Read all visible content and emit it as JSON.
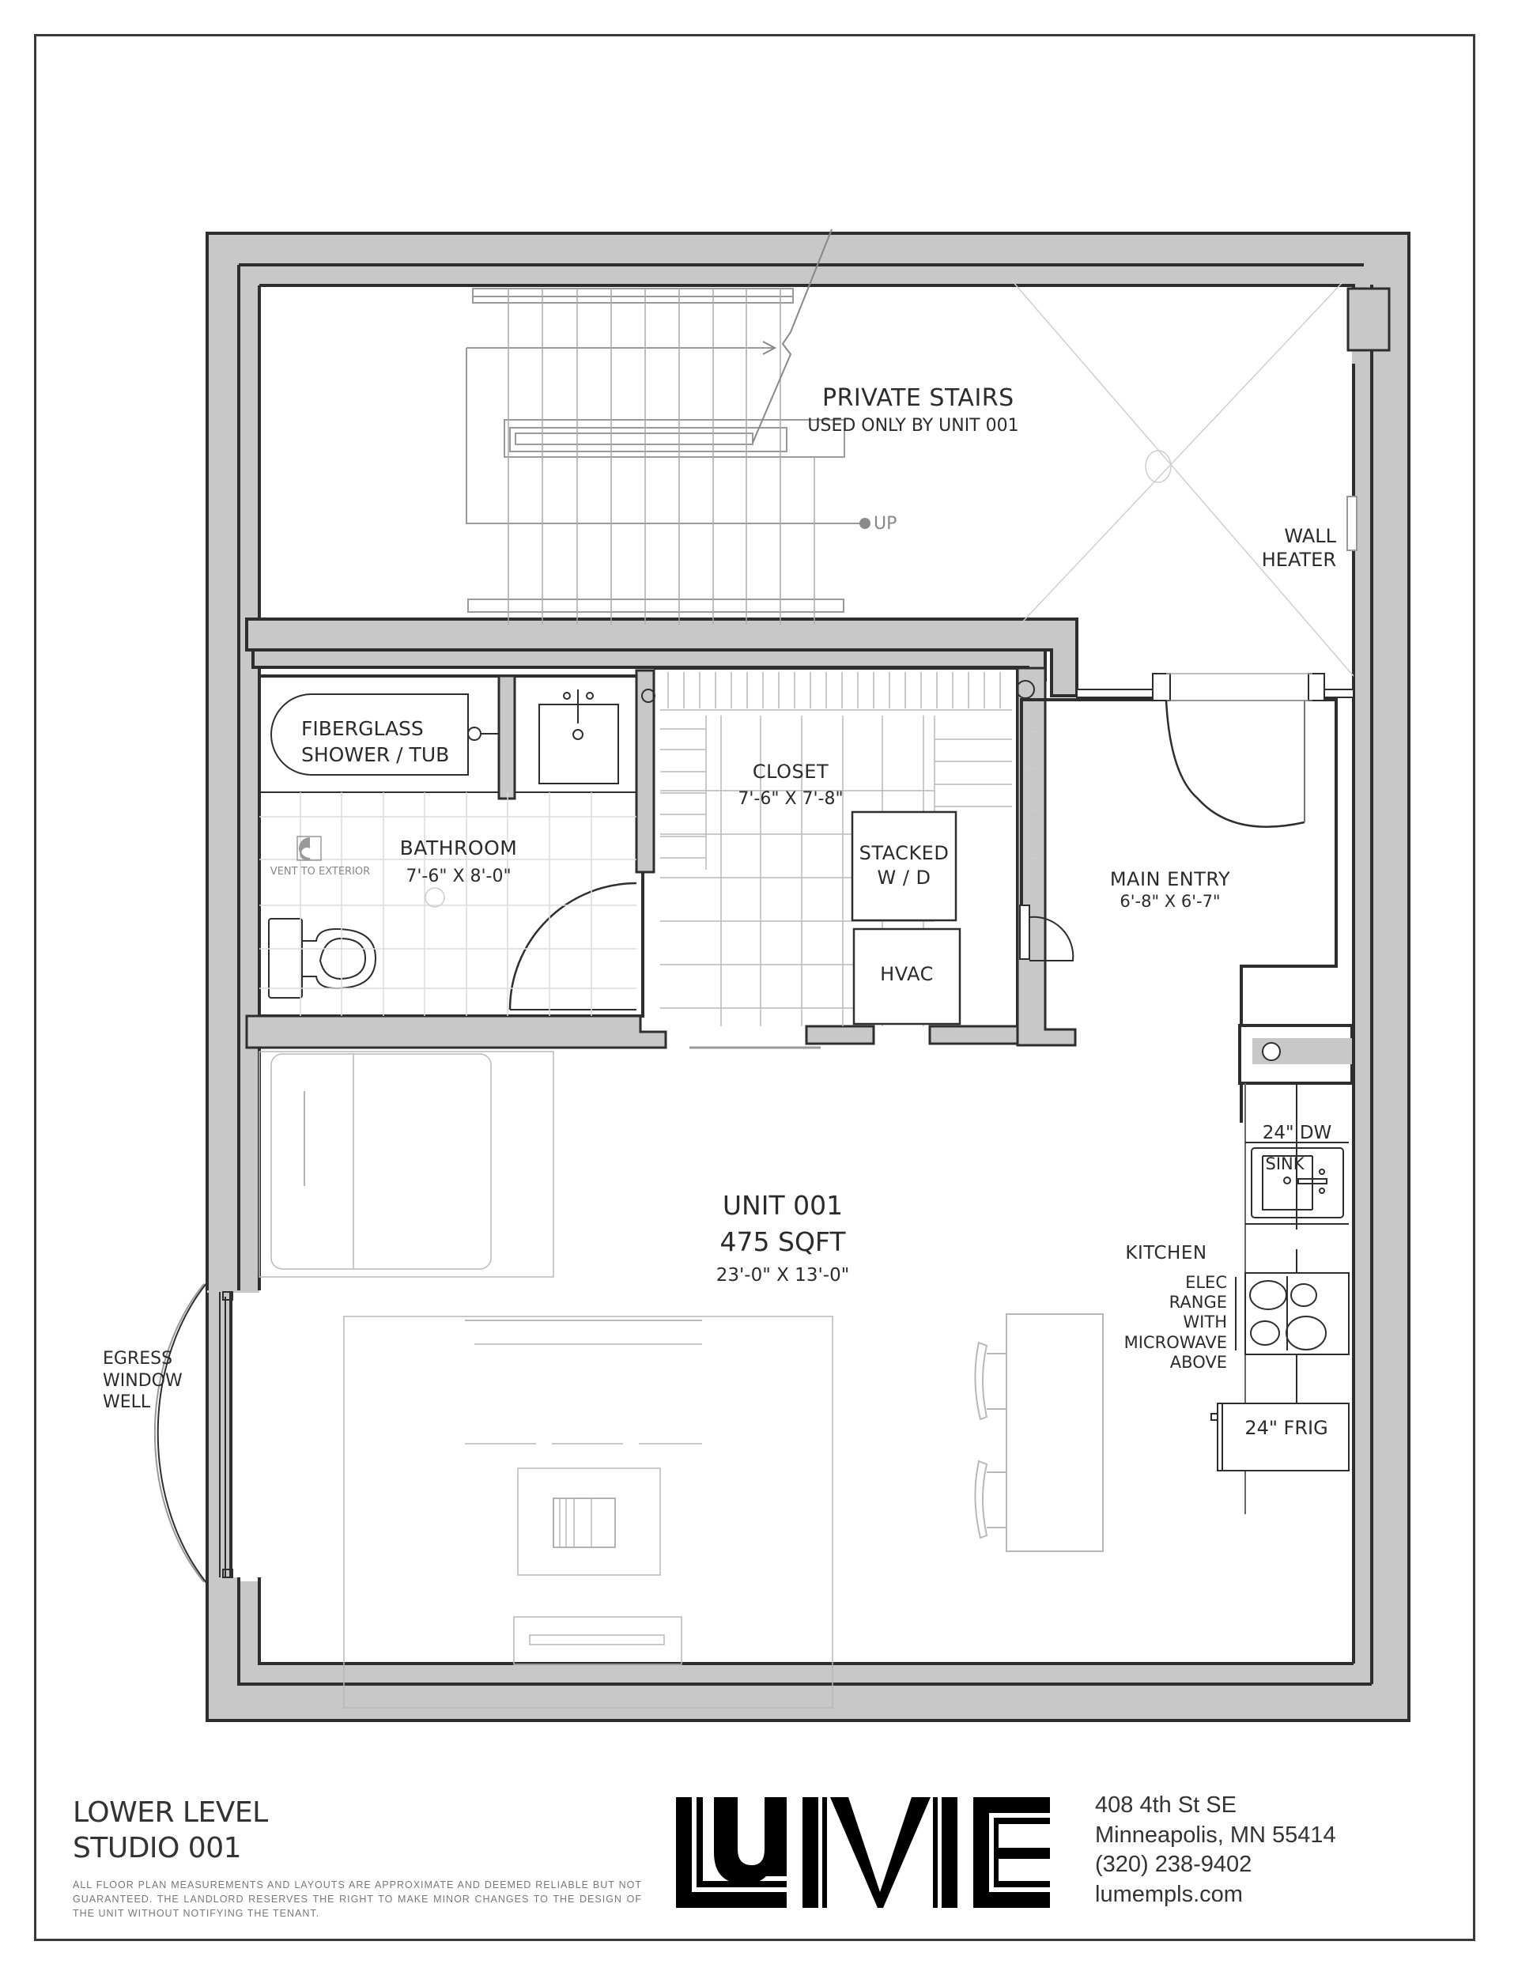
{
  "rooms": {
    "private_stairs": {
      "title": "PRIVATE STAIRS",
      "subtitle": "USED ONLY BY UNIT 001",
      "up_label": "UP"
    },
    "wall_heater": {
      "line1": "WALL",
      "line2": "HEATER"
    },
    "tub": {
      "line1": "FIBERGLASS",
      "line2": "SHOWER / TUB"
    },
    "bathroom": {
      "name": "BATHROOM",
      "dims": "7'-6\" X 8'-0\"",
      "vent_label": "VENT TO EXTERIOR"
    },
    "closet": {
      "name": "CLOSET",
      "dims": "7'-6\" X 7'-8\""
    },
    "washer_dryer": {
      "line1": "STACKED",
      "line2": "W / D"
    },
    "hvac": {
      "name": "HVAC"
    },
    "main_entry": {
      "name": "MAIN ENTRY",
      "dims": "6'-8\" X 6'-7\""
    },
    "unit": {
      "name": "UNIT 001",
      "area": "475 SQFT",
      "dims": "23'-0\" X 13'-0\""
    },
    "kitchen": {
      "name": "KITCHEN"
    },
    "dishwasher": {
      "label": "24\" DW"
    },
    "sink": {
      "label": "SINK"
    },
    "range": {
      "line1": "ELEC",
      "line2": "RANGE",
      "line3": "WITH",
      "line4": "MICROWAVE",
      "line5": "ABOVE"
    },
    "fridge": {
      "label": "24\" FRIG"
    },
    "egress": {
      "line1": "EGRESS",
      "line2": "WINDOW",
      "line3": "WELL"
    }
  },
  "footer": {
    "level": "LOWER LEVEL",
    "unit": "STUDIO 001",
    "disclaimer": "ALL FLOOR PLAN MEASUREMENTS AND LAYOUTS ARE APPROXIMATE AND DEEMED RELIABLE BUT NOT GUARANTEED. THE LANDLORD RESERVES THE RIGHT TO MAKE MINOR CHANGES TO THE DESIGN OF THE UNIT WITHOUT NOTIFYING THE TENANT.",
    "brand": "LUME",
    "address_line1": "408 4th St SE",
    "address_line2": "Minneapolis, MN 55414",
    "phone": "(320) 238-9402",
    "website": "lumempls.com"
  },
  "colors": {
    "wall_fill": "#c8c8c8",
    "wall_line": "#2e2e2e",
    "fixture_line": "#3a3a3a",
    "light_line": "#b5b5b5"
  }
}
